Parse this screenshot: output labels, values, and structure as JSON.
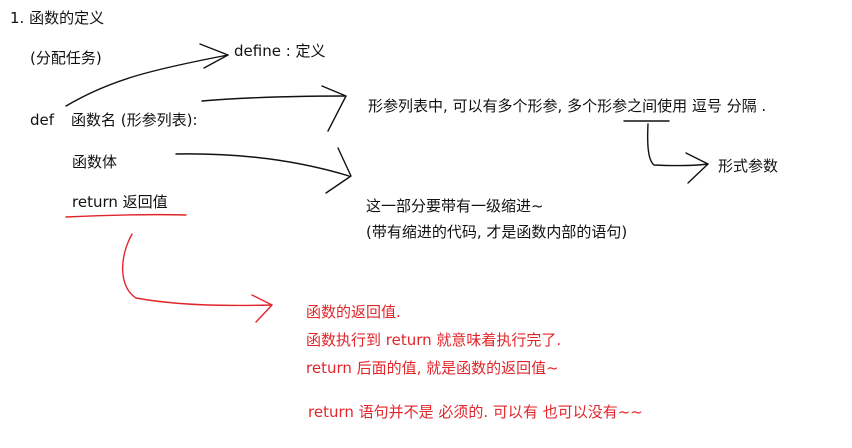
{
  "note": {
    "heading": "1. 函数的定义",
    "paren_assign": "(分配任务)",
    "define_gloss": "define : 定义",
    "def_keyword": "def",
    "signature": "函数名 (形参列表):",
    "body": "函数体",
    "return_line": "return 返回值",
    "param_note": "形参列表中, 可以有多个形参, 多个形参之间使用 逗号 分隔 .",
    "formal_params": "形式参数",
    "indent_note": "这一部分要带有一级缩进~",
    "indent_sub": "(带有缩进的代码, 才是函数内部的语句)",
    "ret_value": "函数的返回值.",
    "ret_exec": "函数执行到 return 就意味着执行完了.",
    "ret_after": "return 后面的值, 就是函数的返回值~",
    "ret_optional": "return 语句并不是 必须的. 可以有 也可以没有~~"
  },
  "colors": {
    "ink": "#111111",
    "red_ink": "#e0262b"
  }
}
